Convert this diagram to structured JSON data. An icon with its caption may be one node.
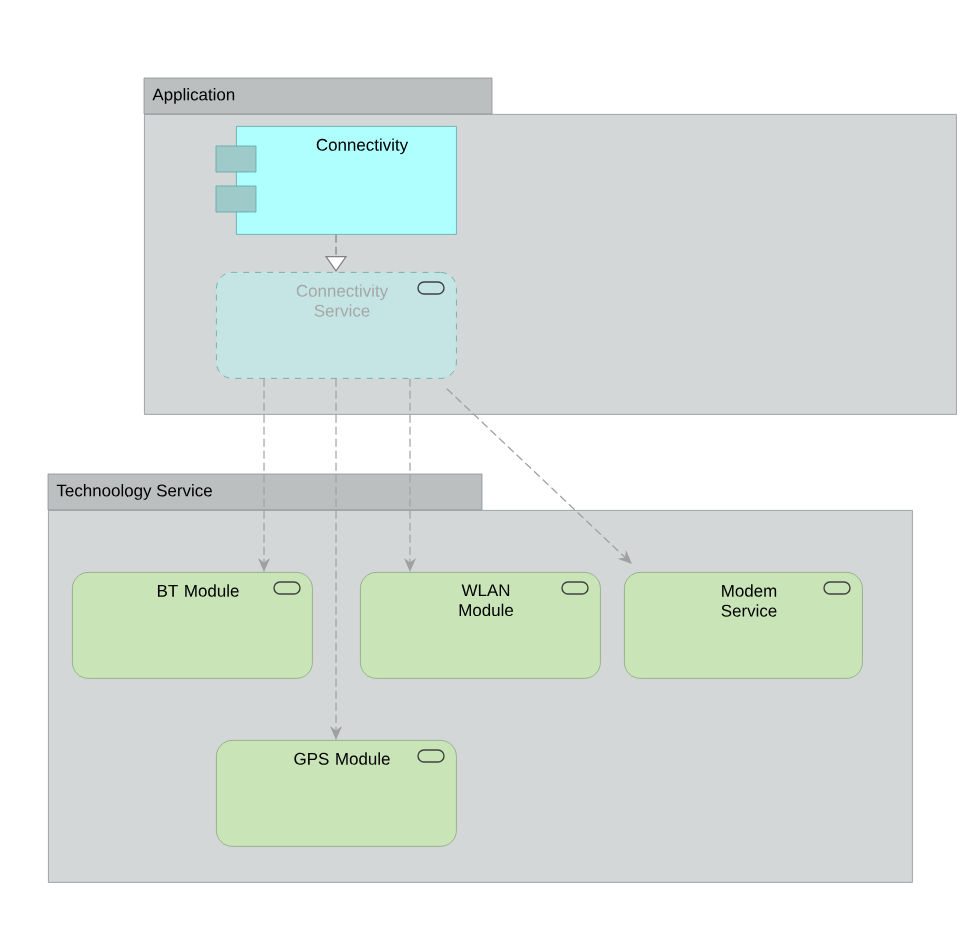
{
  "diagram": {
    "nodes": [
      {
        "text": [
          "Application"
        ]
      },
      {
        "text": [
          "Connectivity"
        ],
        "in": 0
      },
      {
        "text": [
          "Connectivity Service"
        ],
        "in": 0
      },
      {
        "text": [
          "Technoology Service"
        ]
      },
      {
        "text": [
          "BT Module"
        ],
        "in": 3
      },
      {
        "text": [
          "WLAN Module"
        ],
        "in": 3
      },
      {
        "text": [
          "Modem Service"
        ],
        "in": 3
      },
      {
        "text": [
          "GPS Module"
        ],
        "in": 3
      }
    ],
    "edges": [
      {
        "from": 1,
        "to": 2,
        "arrow": "to",
        "style": "dashed"
      },
      {
        "from": 2,
        "to": 4,
        "arrow": "to",
        "style": "dashed"
      },
      {
        "from": 2,
        "to": 7,
        "arrow": "to",
        "style": "dashed"
      },
      {
        "from": 2,
        "to": 5,
        "arrow": "to",
        "style": "dashed"
      },
      {
        "from": 2,
        "to": 6,
        "arrow": "to",
        "style": "dashed"
      }
    ]
  }
}
